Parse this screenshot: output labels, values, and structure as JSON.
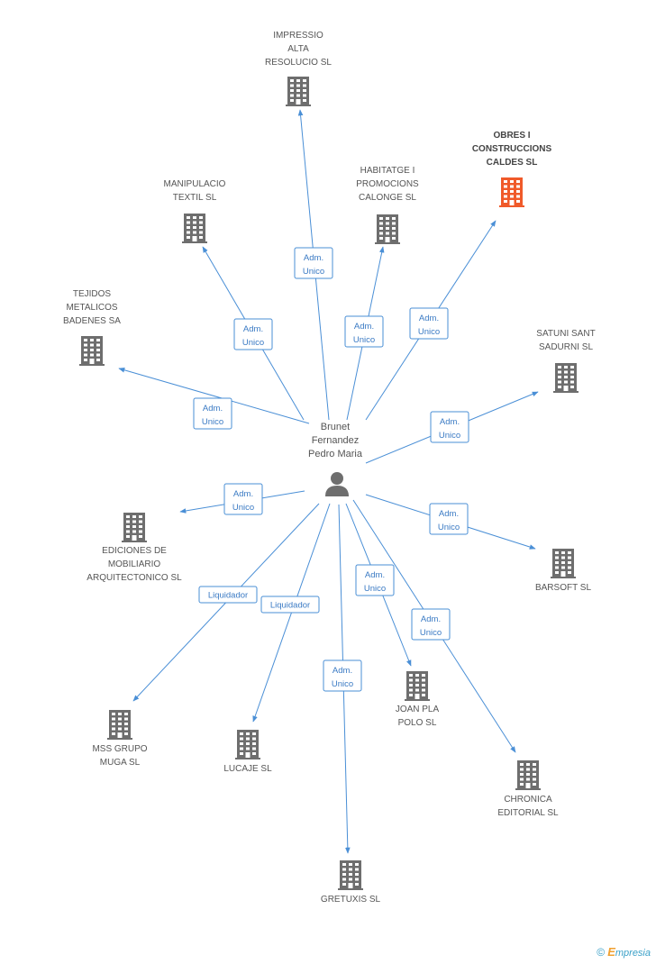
{
  "person": {
    "name_lines": [
      "Brunet",
      "Fernandez",
      "Pedro Maria"
    ]
  },
  "colors": {
    "edge": "#4a8fd6",
    "building": "#6e6e6e",
    "highlight": "#f05a2a"
  },
  "companies": [
    {
      "id": "impressio",
      "lines": [
        "IMPRESSIO",
        "ALTA",
        "RESOLUCIO SL"
      ],
      "highlight": false
    },
    {
      "id": "obres",
      "lines": [
        "OBRES I",
        "CONSTRUCCIONS",
        "CALDES SL"
      ],
      "highlight": true
    },
    {
      "id": "habitatge",
      "lines": [
        "HABITATGE I",
        "PROMOCIONS",
        "CALONGE SL"
      ],
      "highlight": false
    },
    {
      "id": "manipulacio",
      "lines": [
        "MANIPULACIO",
        "TEXTIL SL"
      ],
      "highlight": false
    },
    {
      "id": "tejidos",
      "lines": [
        "TEJIDOS",
        "METALICOS",
        "BADENES SA"
      ],
      "highlight": false
    },
    {
      "id": "satuni",
      "lines": [
        "SATUNI SANT",
        "SADURNI SL"
      ],
      "highlight": false
    },
    {
      "id": "ediciones",
      "lines": [
        "EDICIONES DE",
        "MOBILIARIO",
        "ARQUITECTONICO SL"
      ],
      "highlight": false
    },
    {
      "id": "barsoft",
      "lines": [
        "BARSOFT SL"
      ],
      "highlight": false
    },
    {
      "id": "mss",
      "lines": [
        "MSS GRUPO",
        "MUGA SL"
      ],
      "highlight": false
    },
    {
      "id": "lucaje",
      "lines": [
        "LUCAJE SL"
      ],
      "highlight": false
    },
    {
      "id": "joanpla",
      "lines": [
        "JOAN PLA",
        "POLO SL"
      ],
      "highlight": false
    },
    {
      "id": "chronica",
      "lines": [
        "CHRONICA",
        "EDITORIAL SL"
      ],
      "highlight": false
    },
    {
      "id": "gretuxis",
      "lines": [
        "GRETUXIS SL"
      ],
      "highlight": false
    }
  ],
  "relations": [
    {
      "to": "impressio",
      "lines": [
        "Adm.",
        "Unico"
      ]
    },
    {
      "to": "obres",
      "lines": [
        "Adm.",
        "Unico"
      ]
    },
    {
      "to": "habitatge",
      "lines": [
        "Adm.",
        "Unico"
      ]
    },
    {
      "to": "manipulacio",
      "lines": [
        "Adm.",
        "Unico"
      ]
    },
    {
      "to": "tejidos",
      "lines": [
        "Adm.",
        "Unico"
      ]
    },
    {
      "to": "satuni",
      "lines": [
        "Adm.",
        "Unico"
      ]
    },
    {
      "to": "ediciones",
      "lines": [
        "Adm.",
        "Unico"
      ]
    },
    {
      "to": "barsoft",
      "lines": [
        "Adm.",
        "Unico"
      ]
    },
    {
      "to": "mss",
      "lines": [
        "Liquidador"
      ]
    },
    {
      "to": "lucaje",
      "lines": [
        "Liquidador"
      ]
    },
    {
      "to": "joanpla",
      "lines": [
        "Adm.",
        "Unico"
      ]
    },
    {
      "to": "chronica",
      "lines": [
        "Adm.",
        "Unico"
      ]
    },
    {
      "to": "gretuxis",
      "lines": [
        "Adm.",
        "Unico"
      ]
    }
  ],
  "footer": {
    "copyright": "©",
    "brand_initial": "E",
    "brand_rest": "mpresia"
  }
}
